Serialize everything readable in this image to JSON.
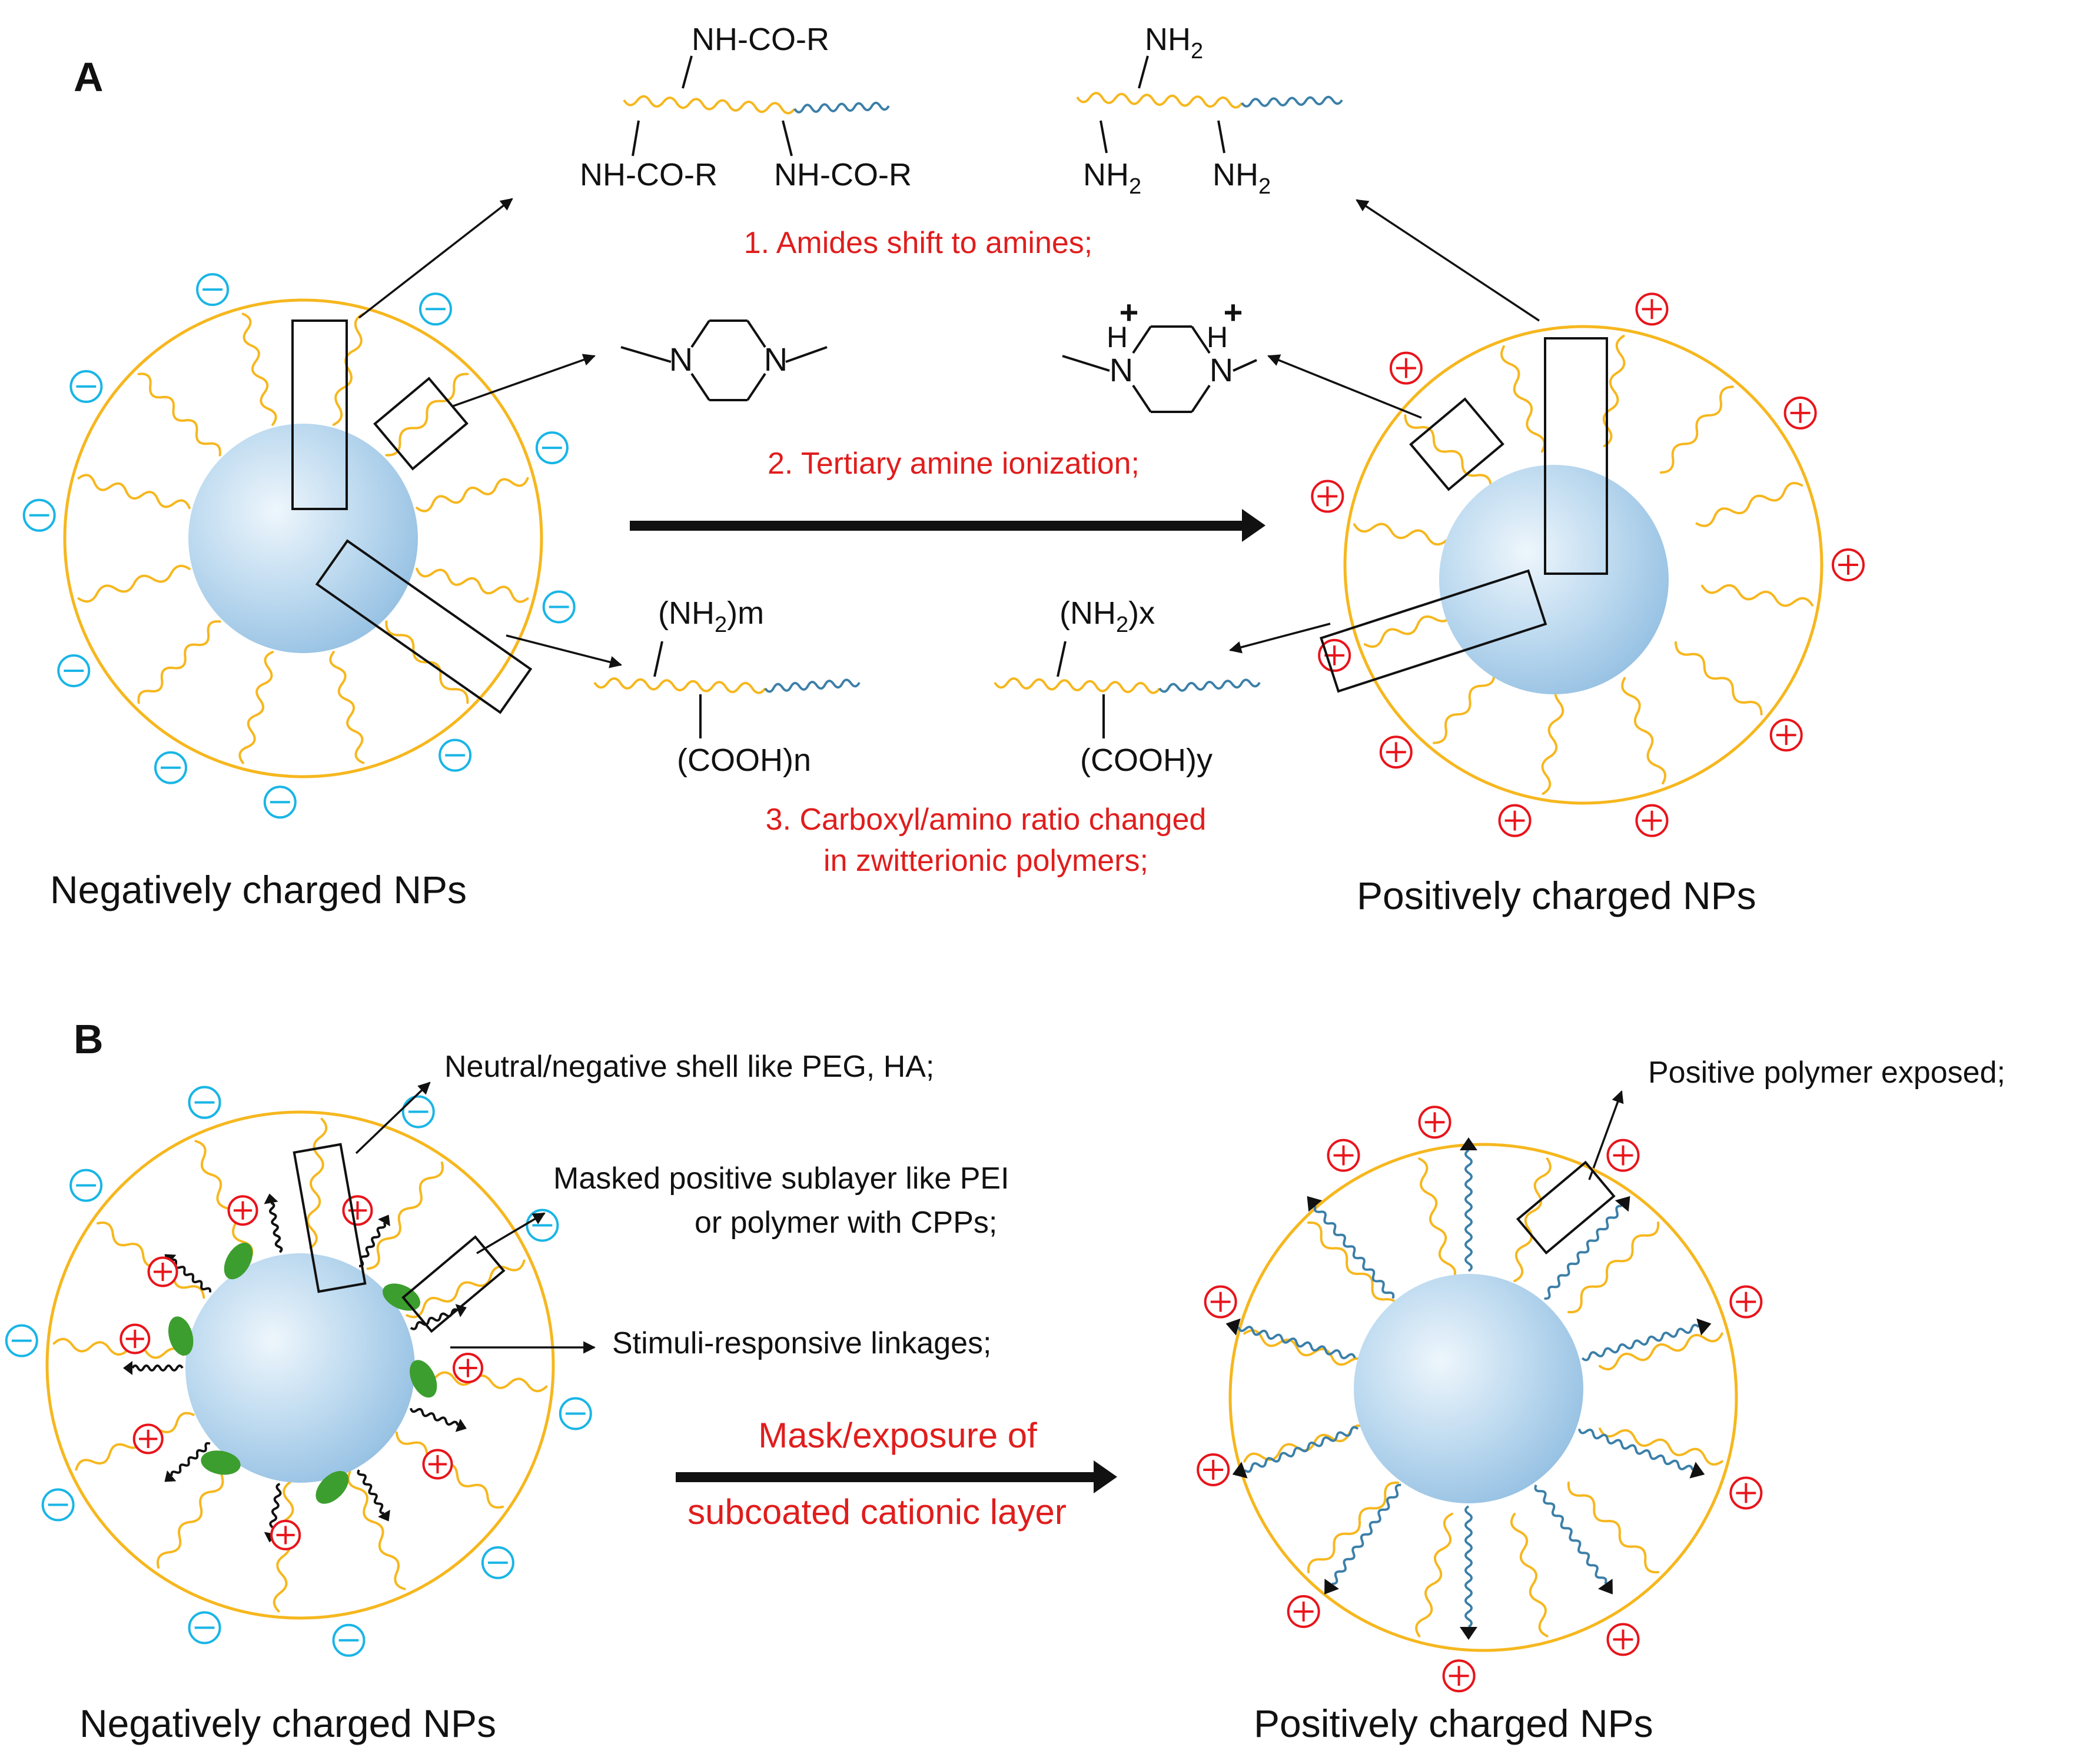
{
  "panel_a": {
    "label": "A",
    "chem": {
      "amide_top": "NH-CO-R",
      "amide_bl": "NH-CO-R",
      "amide_br": "NH-CO-R",
      "amine_top": "NH",
      "amine_top_sub": "2",
      "amine_bl": "NH",
      "amine_bl_sub": "2",
      "amine_br": "NH",
      "amine_br_sub": "2",
      "n_left1": "N",
      "n_left2": "N",
      "n_right1": "N",
      "n_right2": "N",
      "h_right1": "H",
      "h_right2": "H",
      "plus1": "+",
      "plus2": "+",
      "nh2m_open": "(NH",
      "nh2m_sub": "2",
      "nh2m_close": ")m",
      "coohn": "(COOH)n",
      "nh2x_open": "(NH",
      "nh2x_sub": "2",
      "nh2x_close": ")x",
      "coohy": "(COOH)y"
    },
    "step1": "1. Amides shift to amines;",
    "step2": "2. Tertiary amine ionization;",
    "step3_line1": "3. Carboxyl/amino ratio changed",
    "step3_line2": "in zwitterionic polymers;",
    "left_caption": "Negatively charged NPs",
    "right_caption": "Positively charged NPs"
  },
  "panel_b": {
    "label": "B",
    "shell_note": "Neutral/negative shell like PEG, HA;",
    "masked_line1": "Masked positive sublayer like PEI",
    "masked_line2": "or polymer with CPPs;",
    "linkage_note": "Stimuli-responsive linkages;",
    "arrow_line1": "Mask/exposure of",
    "arrow_line2": "subcoated cationic layer",
    "exposed_note": "Positive polymer exposed;",
    "left_caption": "Negatively charged NPs",
    "right_caption": "Positively charged NPs"
  },
  "colors": {
    "negative_charge": "#19b5e6",
    "positive_charge": "#e8141b",
    "shell": "#f6b71e",
    "cationic_polymer": "#3b7fa8",
    "core": "#bcd9ef",
    "linkage": "#3c9e2e",
    "red_text": "#e01d1d",
    "ink": "#111111"
  }
}
